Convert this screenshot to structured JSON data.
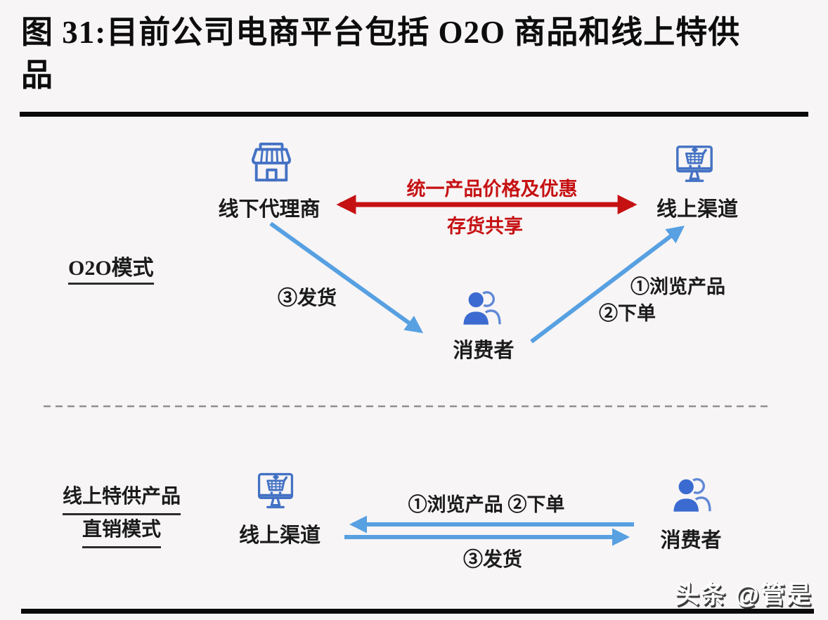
{
  "title": {
    "line1": "图 31:目前公司电商平台包括 O2O 商品和线上特供",
    "line2": "品"
  },
  "colors": {
    "red_accent": "#c61113",
    "arrow_blue": "#57a0e2",
    "icon_blue": "#4472c4",
    "person_fill": "#3b6bd0",
    "background": "#f7f5f6"
  },
  "o2o": {
    "section_label": "O2O模式",
    "offline_agent": "线下代理商",
    "online_channel": "线上渠道",
    "consumer": "消费者",
    "red_arrow_line1": "统一产品价格及优惠",
    "red_arrow_line2": "存货共享",
    "step_ship": "③发货",
    "step_browse": "①浏览产品",
    "step_order": "②下单"
  },
  "direct": {
    "section_label_line1": "线上特供产品",
    "section_label_line2": "直销模式",
    "online_channel": "线上渠道",
    "consumer": "消费者",
    "step_browse_order": "①浏览产品 ②下单",
    "step_ship": "③发货"
  },
  "watermark": {
    "text": "头条 @管是"
  },
  "icons": {
    "offline_agent": "storefront-icon",
    "online_channel": "monitor-cart-icon",
    "consumer": "person-icon"
  }
}
